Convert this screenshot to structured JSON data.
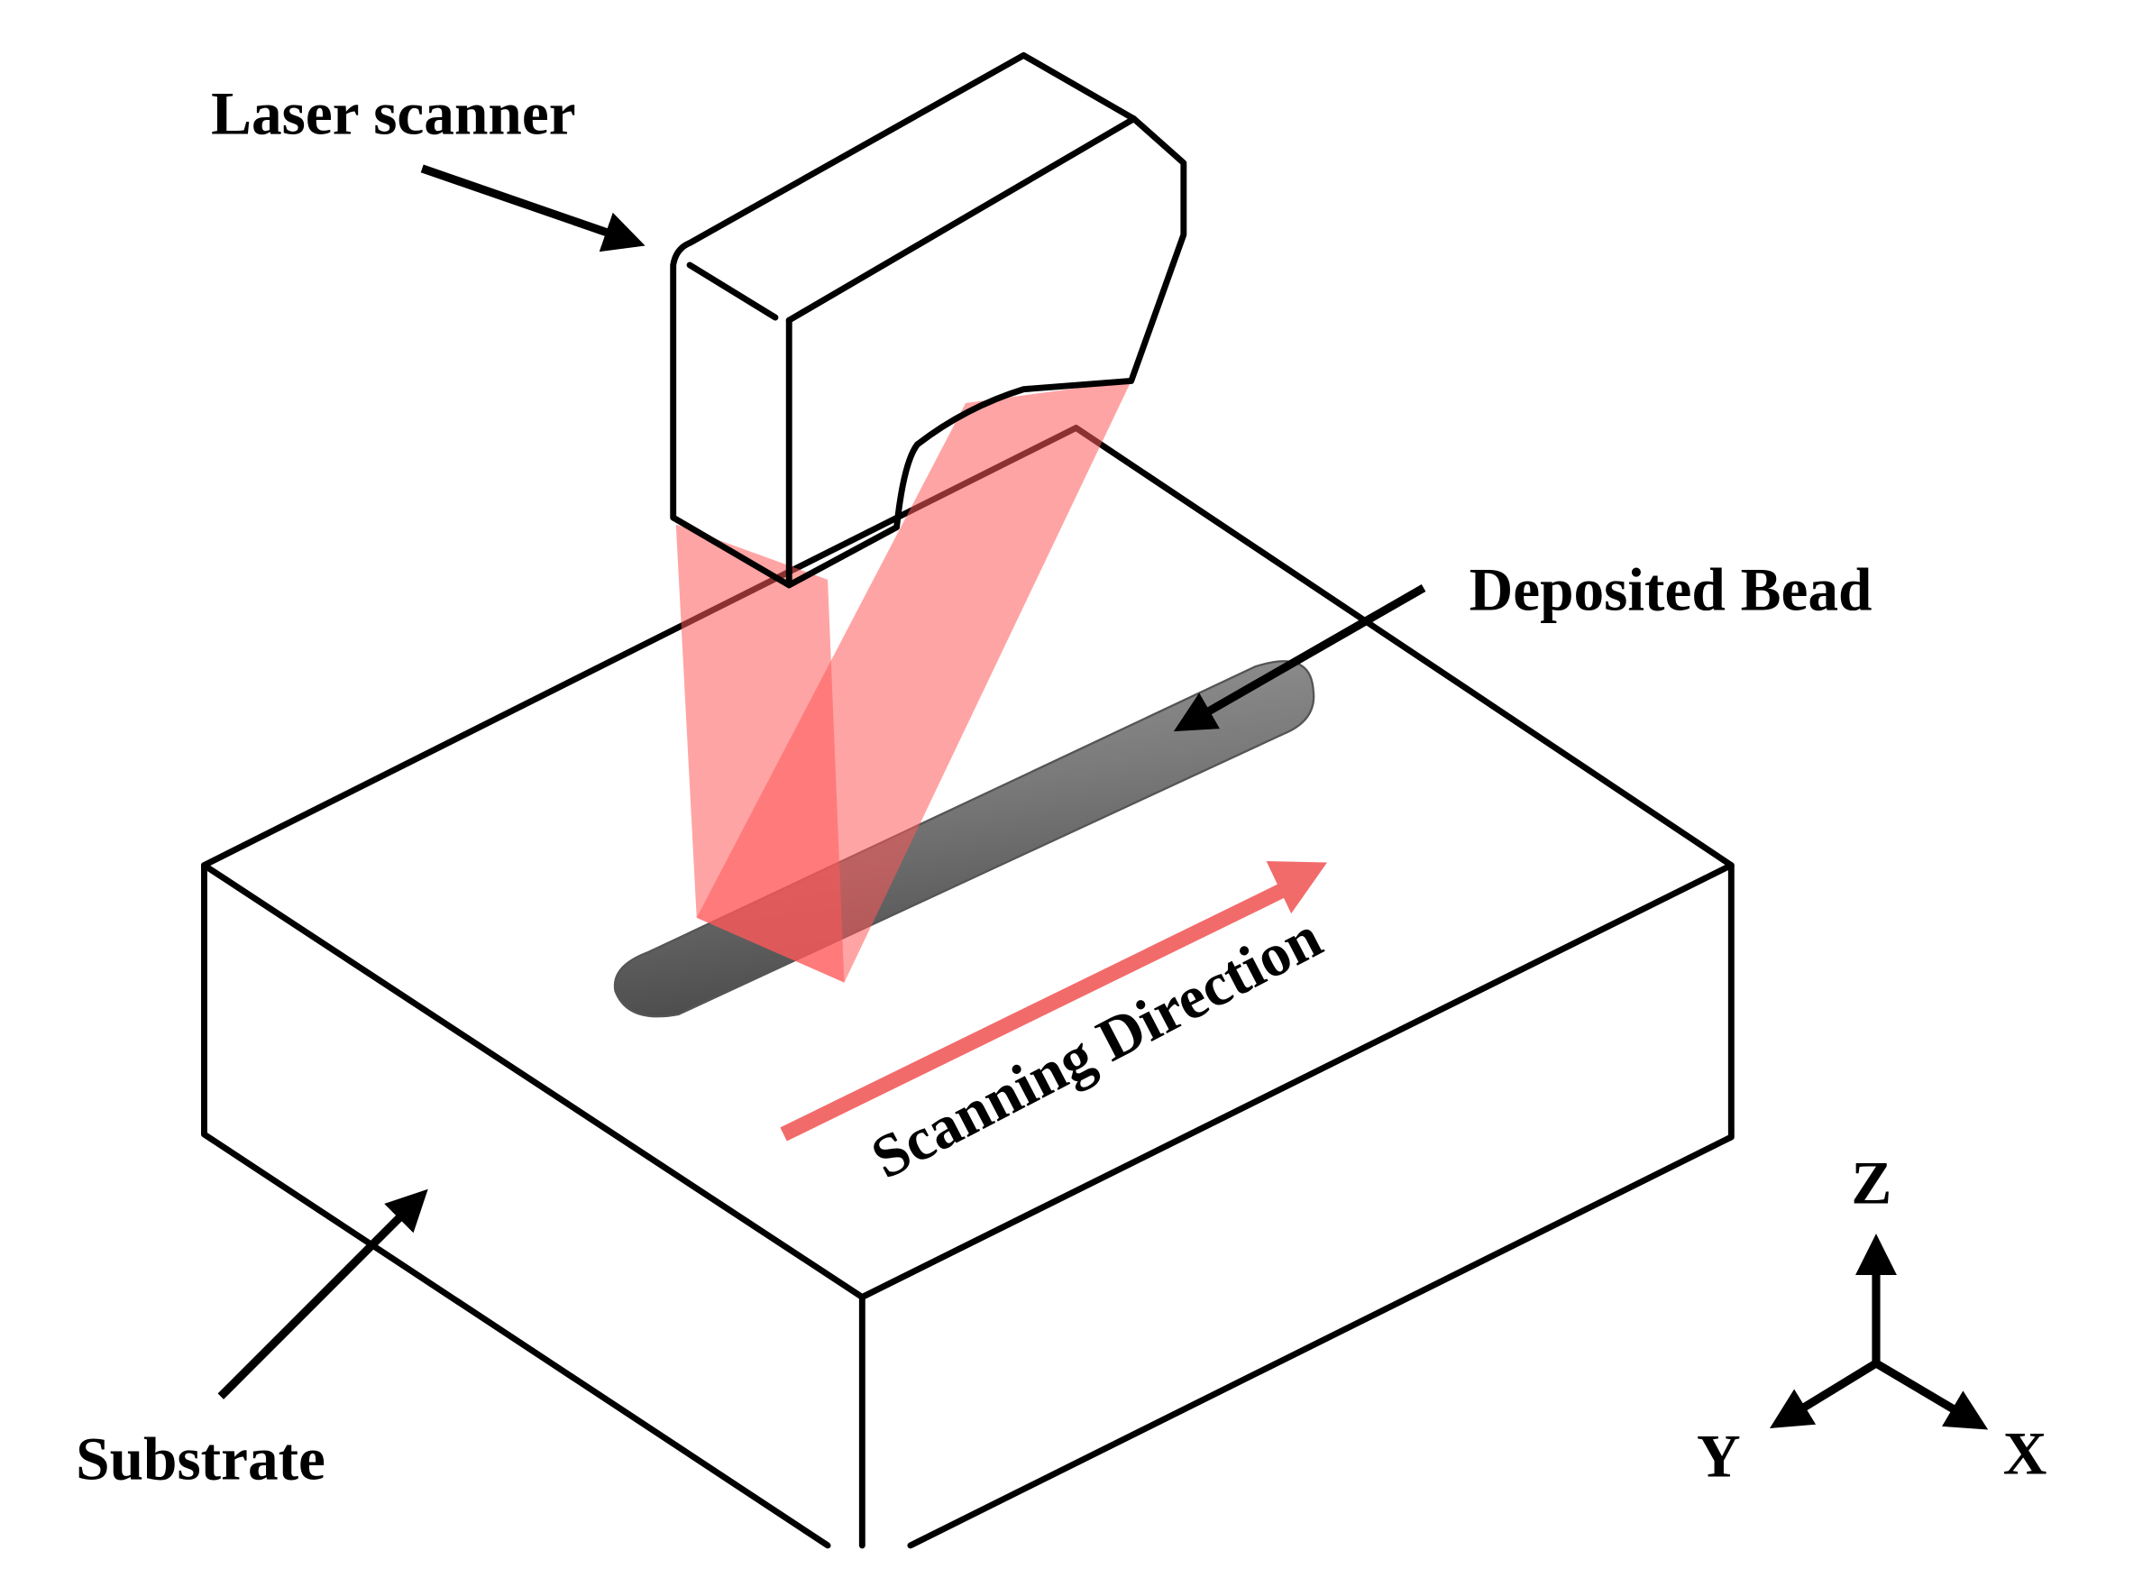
{
  "labels": {
    "laser_scanner": "Laser scanner",
    "deposited_bead": "Deposited Bead",
    "scanning_direction": "Scanning Direction",
    "substrate": "Substrate"
  },
  "axes": {
    "z": "Z",
    "y": "Y",
    "x": "X"
  },
  "colors": {
    "laser_beam": "#ff5a5a",
    "scan_arrow": "#f26b6b",
    "bead": "#777777",
    "outline": "#000000"
  }
}
